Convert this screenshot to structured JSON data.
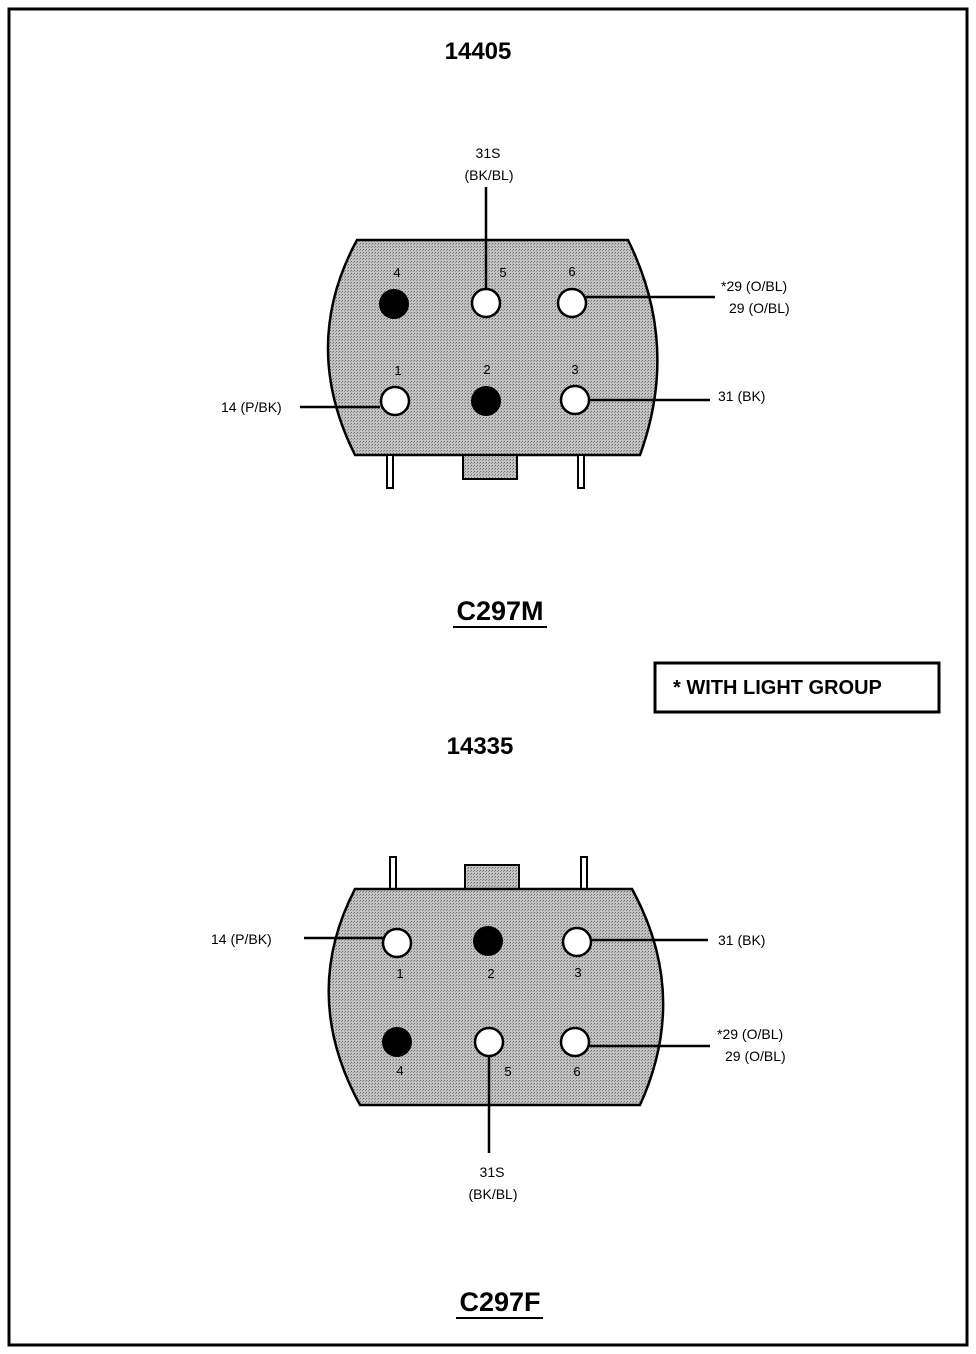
{
  "male": {
    "part_number": "14405",
    "connector_id": "C297M",
    "pin_numbers": [
      "1",
      "2",
      "3",
      "4",
      "5",
      "6"
    ],
    "wires": {
      "pin1": "14 (P/BK)",
      "pin3": "31 (BK)",
      "pin5_line1": "31S",
      "pin5_line2": "(BK/BL)",
      "pin6_line1": "*29 (O/BL)",
      "pin6_line2": "29 (O/BL)"
    }
  },
  "female": {
    "part_number": "14335",
    "connector_id": "C297F",
    "pin_numbers": [
      "1",
      "2",
      "3",
      "4",
      "5",
      "6"
    ],
    "wires": {
      "pin1": "14 (P/BK)",
      "pin3": "31 (BK)",
      "pin5_line1": "31S",
      "pin5_line2": "(BK/BL)",
      "pin6_line1": "*29 (O/BL)",
      "pin6_line2": "29 (O/BL)"
    }
  },
  "note": "* WITH LIGHT GROUP",
  "colors": {
    "ink": "#000000",
    "body_fill": "#b9b9b9",
    "paper": "#ffffff"
  }
}
